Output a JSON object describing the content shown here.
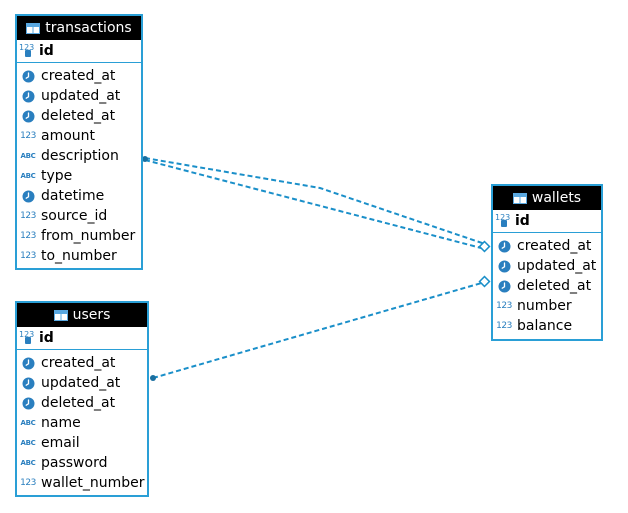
{
  "diagram": {
    "entities": [
      {
        "id": "transactions",
        "name": "transactions",
        "pk": "id",
        "columns": [
          {
            "name": "created_at",
            "type": "clock-icon"
          },
          {
            "name": "updated_at",
            "type": "clock-icon"
          },
          {
            "name": "deleted_at",
            "type": "clock-icon"
          },
          {
            "name": "amount",
            "type": "numeric-icon"
          },
          {
            "name": "description",
            "type": "text-icon"
          },
          {
            "name": "type",
            "type": "text-icon"
          },
          {
            "name": "datetime",
            "type": "clock-icon"
          },
          {
            "name": "source_id",
            "type": "numeric-icon"
          },
          {
            "name": "from_number",
            "type": "numeric-icon"
          },
          {
            "name": "to_number",
            "type": "numeric-icon"
          }
        ]
      },
      {
        "id": "users",
        "name": "users",
        "pk": "id",
        "columns": [
          {
            "name": "created_at",
            "type": "clock-icon"
          },
          {
            "name": "updated_at",
            "type": "clock-icon"
          },
          {
            "name": "deleted_at",
            "type": "clock-icon"
          },
          {
            "name": "name",
            "type": "text-icon"
          },
          {
            "name": "email",
            "type": "text-icon"
          },
          {
            "name": "password",
            "type": "text-icon"
          },
          {
            "name": "wallet_number",
            "type": "numeric-icon"
          }
        ]
      },
      {
        "id": "wallets",
        "name": "wallets",
        "pk": "id",
        "columns": [
          {
            "name": "created_at",
            "type": "clock-icon"
          },
          {
            "name": "updated_at",
            "type": "clock-icon"
          },
          {
            "name": "deleted_at",
            "type": "clock-icon"
          },
          {
            "name": "number",
            "type": "numeric-icon"
          },
          {
            "name": "balance",
            "type": "numeric-icon"
          }
        ]
      }
    ],
    "relations": [
      {
        "from": "transactions",
        "to": "wallets"
      },
      {
        "from": "transactions",
        "to": "wallets"
      },
      {
        "from": "users",
        "to": "wallets"
      }
    ],
    "icon_glyphs": {
      "numeric": "123",
      "text": "ABC"
    },
    "colors": {
      "border": "#2a9fd6",
      "header_bg": "#000000",
      "header_text": "#ffffff",
      "icon": "#2a7fbf",
      "relation_line": "#1a8fc9"
    }
  }
}
